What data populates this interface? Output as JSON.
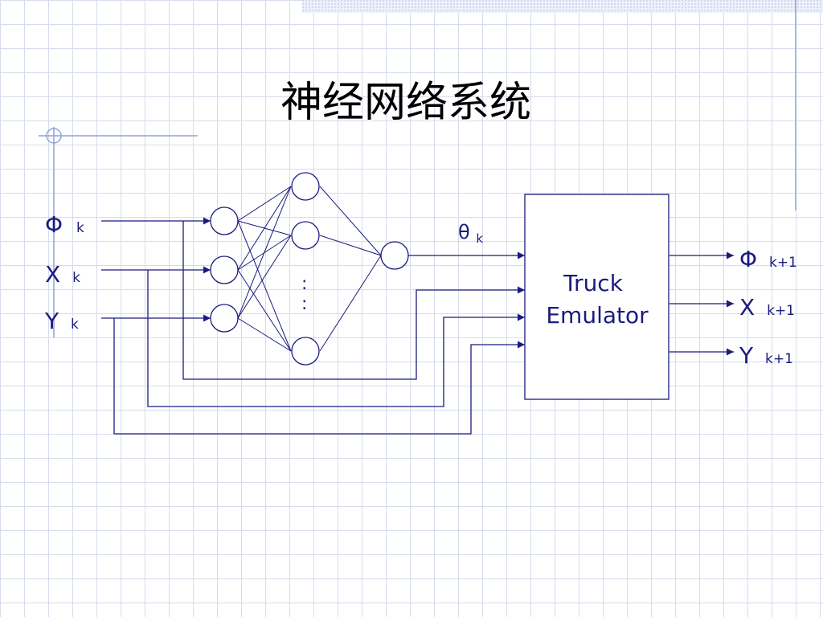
{
  "slide": {
    "title": "神经网络系统"
  },
  "inputs": [
    {
      "main": "Φ",
      "sub": "k"
    },
    {
      "main": "X",
      "sub": "k"
    },
    {
      "main": "Y",
      "sub": "k"
    }
  ],
  "network": {
    "hidden_ellipsis": ":",
    "output_label": {
      "main": "θ",
      "sub": "k"
    }
  },
  "emulator": {
    "line1": "Truck",
    "line2": "Emulator"
  },
  "outputs": [
    {
      "main": "Φ",
      "sub": "k+1"
    },
    {
      "main": "X",
      "sub": "k+1"
    },
    {
      "main": "Y",
      "sub": "k+1"
    }
  ],
  "colors": {
    "text": "#000000",
    "label": "#1b1b7e",
    "line": "#1b1b7e",
    "grid": "#d6dcec",
    "decoration": "#8fa3d6"
  }
}
